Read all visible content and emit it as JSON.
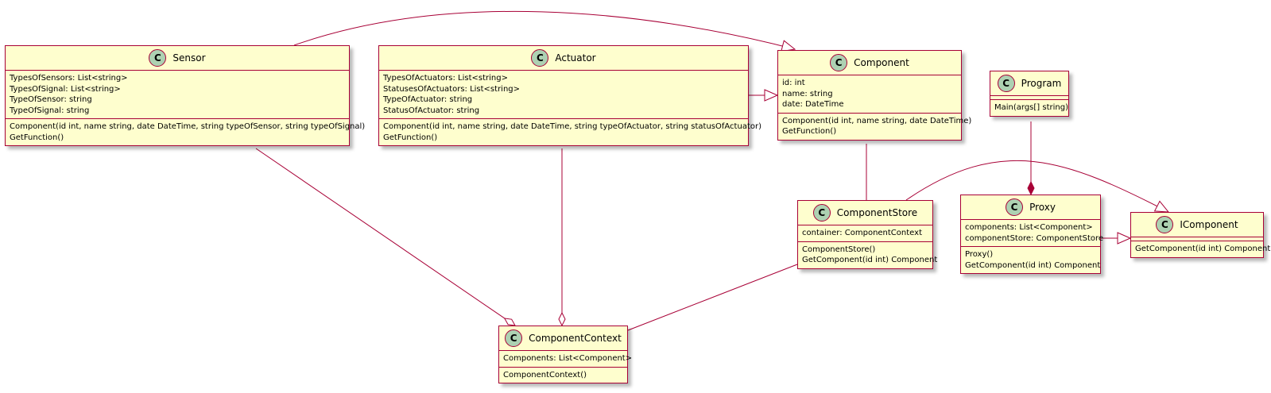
{
  "classes": {
    "sensor": {
      "badge": "C",
      "name": "Sensor",
      "attributes": [
        "TypesOfSensors: List<string>",
        "TypesOfSignal: List<string>",
        "TypeOfSensor: string",
        "TypeOfSignal: string"
      ],
      "methods": [
        "Component(id int, name string, date DateTime, string typeOfSensor, string typeOfSignal)",
        "GetFunction()"
      ]
    },
    "actuator": {
      "badge": "C",
      "name": "Actuator",
      "attributes": [
        "TypesOfActuators: List<string>",
        "StatusesOfActuators: List<string>",
        "TypeOfActuator: string",
        "StatusOfActuator: string"
      ],
      "methods": [
        "Component(id int, name string, date DateTime, string typeOfActuator, string statusOfActuator)",
        "GetFunction()"
      ]
    },
    "component": {
      "badge": "C",
      "name": "Component",
      "attributes": [
        "id: int",
        "name: string",
        "date: DateTime"
      ],
      "methods": [
        "Component(id int, name string, date DateTime)",
        "GetFunction()"
      ]
    },
    "program": {
      "badge": "C",
      "name": "Program",
      "attributes": [],
      "methods": [
        "Main(args[] string)"
      ]
    },
    "componentstore": {
      "badge": "C",
      "name": "ComponentStore",
      "attributes": [
        "container: ComponentContext"
      ],
      "methods": [
        "ComponentStore()",
        "GetComponent(id int) Component"
      ]
    },
    "proxy": {
      "badge": "C",
      "name": "Proxy",
      "attributes": [
        "components: List<Component>",
        "componentStore: ComponentStore"
      ],
      "methods": [
        "Proxy()",
        "GetComponent(id int) Component"
      ]
    },
    "icomponent": {
      "badge": "C",
      "name": "IComponent",
      "attributes": [],
      "methods": [
        "GetComponent(id int) Component"
      ]
    },
    "componentcontext": {
      "badge": "C",
      "name": "ComponentContext",
      "attributes": [
        "Components: List<Component>"
      ],
      "methods": [
        "ComponentContext()"
      ]
    }
  },
  "relationships": [
    {
      "from": "Sensor",
      "to": "Component",
      "type": "inheritance"
    },
    {
      "from": "Actuator",
      "to": "Component",
      "type": "inheritance"
    },
    {
      "from": "Component",
      "to": "ComponentStore",
      "type": "association"
    },
    {
      "from": "Program",
      "to": "Proxy",
      "type": "composition"
    },
    {
      "from": "Proxy",
      "to": "IComponent",
      "type": "inheritance"
    },
    {
      "from": "ComponentStore",
      "to": "IComponent",
      "type": "inheritance"
    },
    {
      "from": "Sensor",
      "to": "ComponentContext",
      "type": "aggregation"
    },
    {
      "from": "Actuator",
      "to": "ComponentContext",
      "type": "aggregation"
    },
    {
      "from": "ComponentStore",
      "to": "ComponentContext",
      "type": "association"
    }
  ],
  "colors": {
    "line": "#a80036",
    "fill": "#fefece",
    "badge": "#add1b2"
  }
}
